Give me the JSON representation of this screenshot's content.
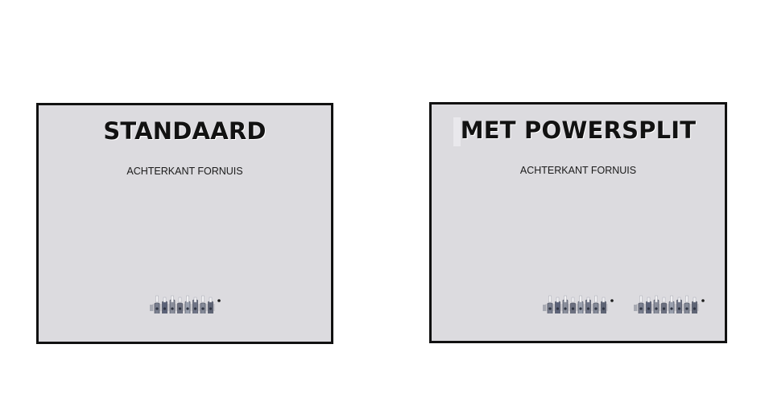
{
  "panels": {
    "standard": {
      "title": "STANDAARD",
      "subtitle": "ACHTERKANT FORNUIS"
    },
    "powersplit": {
      "title": "MET POWERSPLIT",
      "subtitle": "ACHTERKANT FORNUIS"
    }
  },
  "colors": {
    "panel_background": "#dcdbdf",
    "panel_border": "#111111",
    "title_text": "#121212"
  },
  "icons": {
    "connector": "multi-pin-connector-icon"
  }
}
